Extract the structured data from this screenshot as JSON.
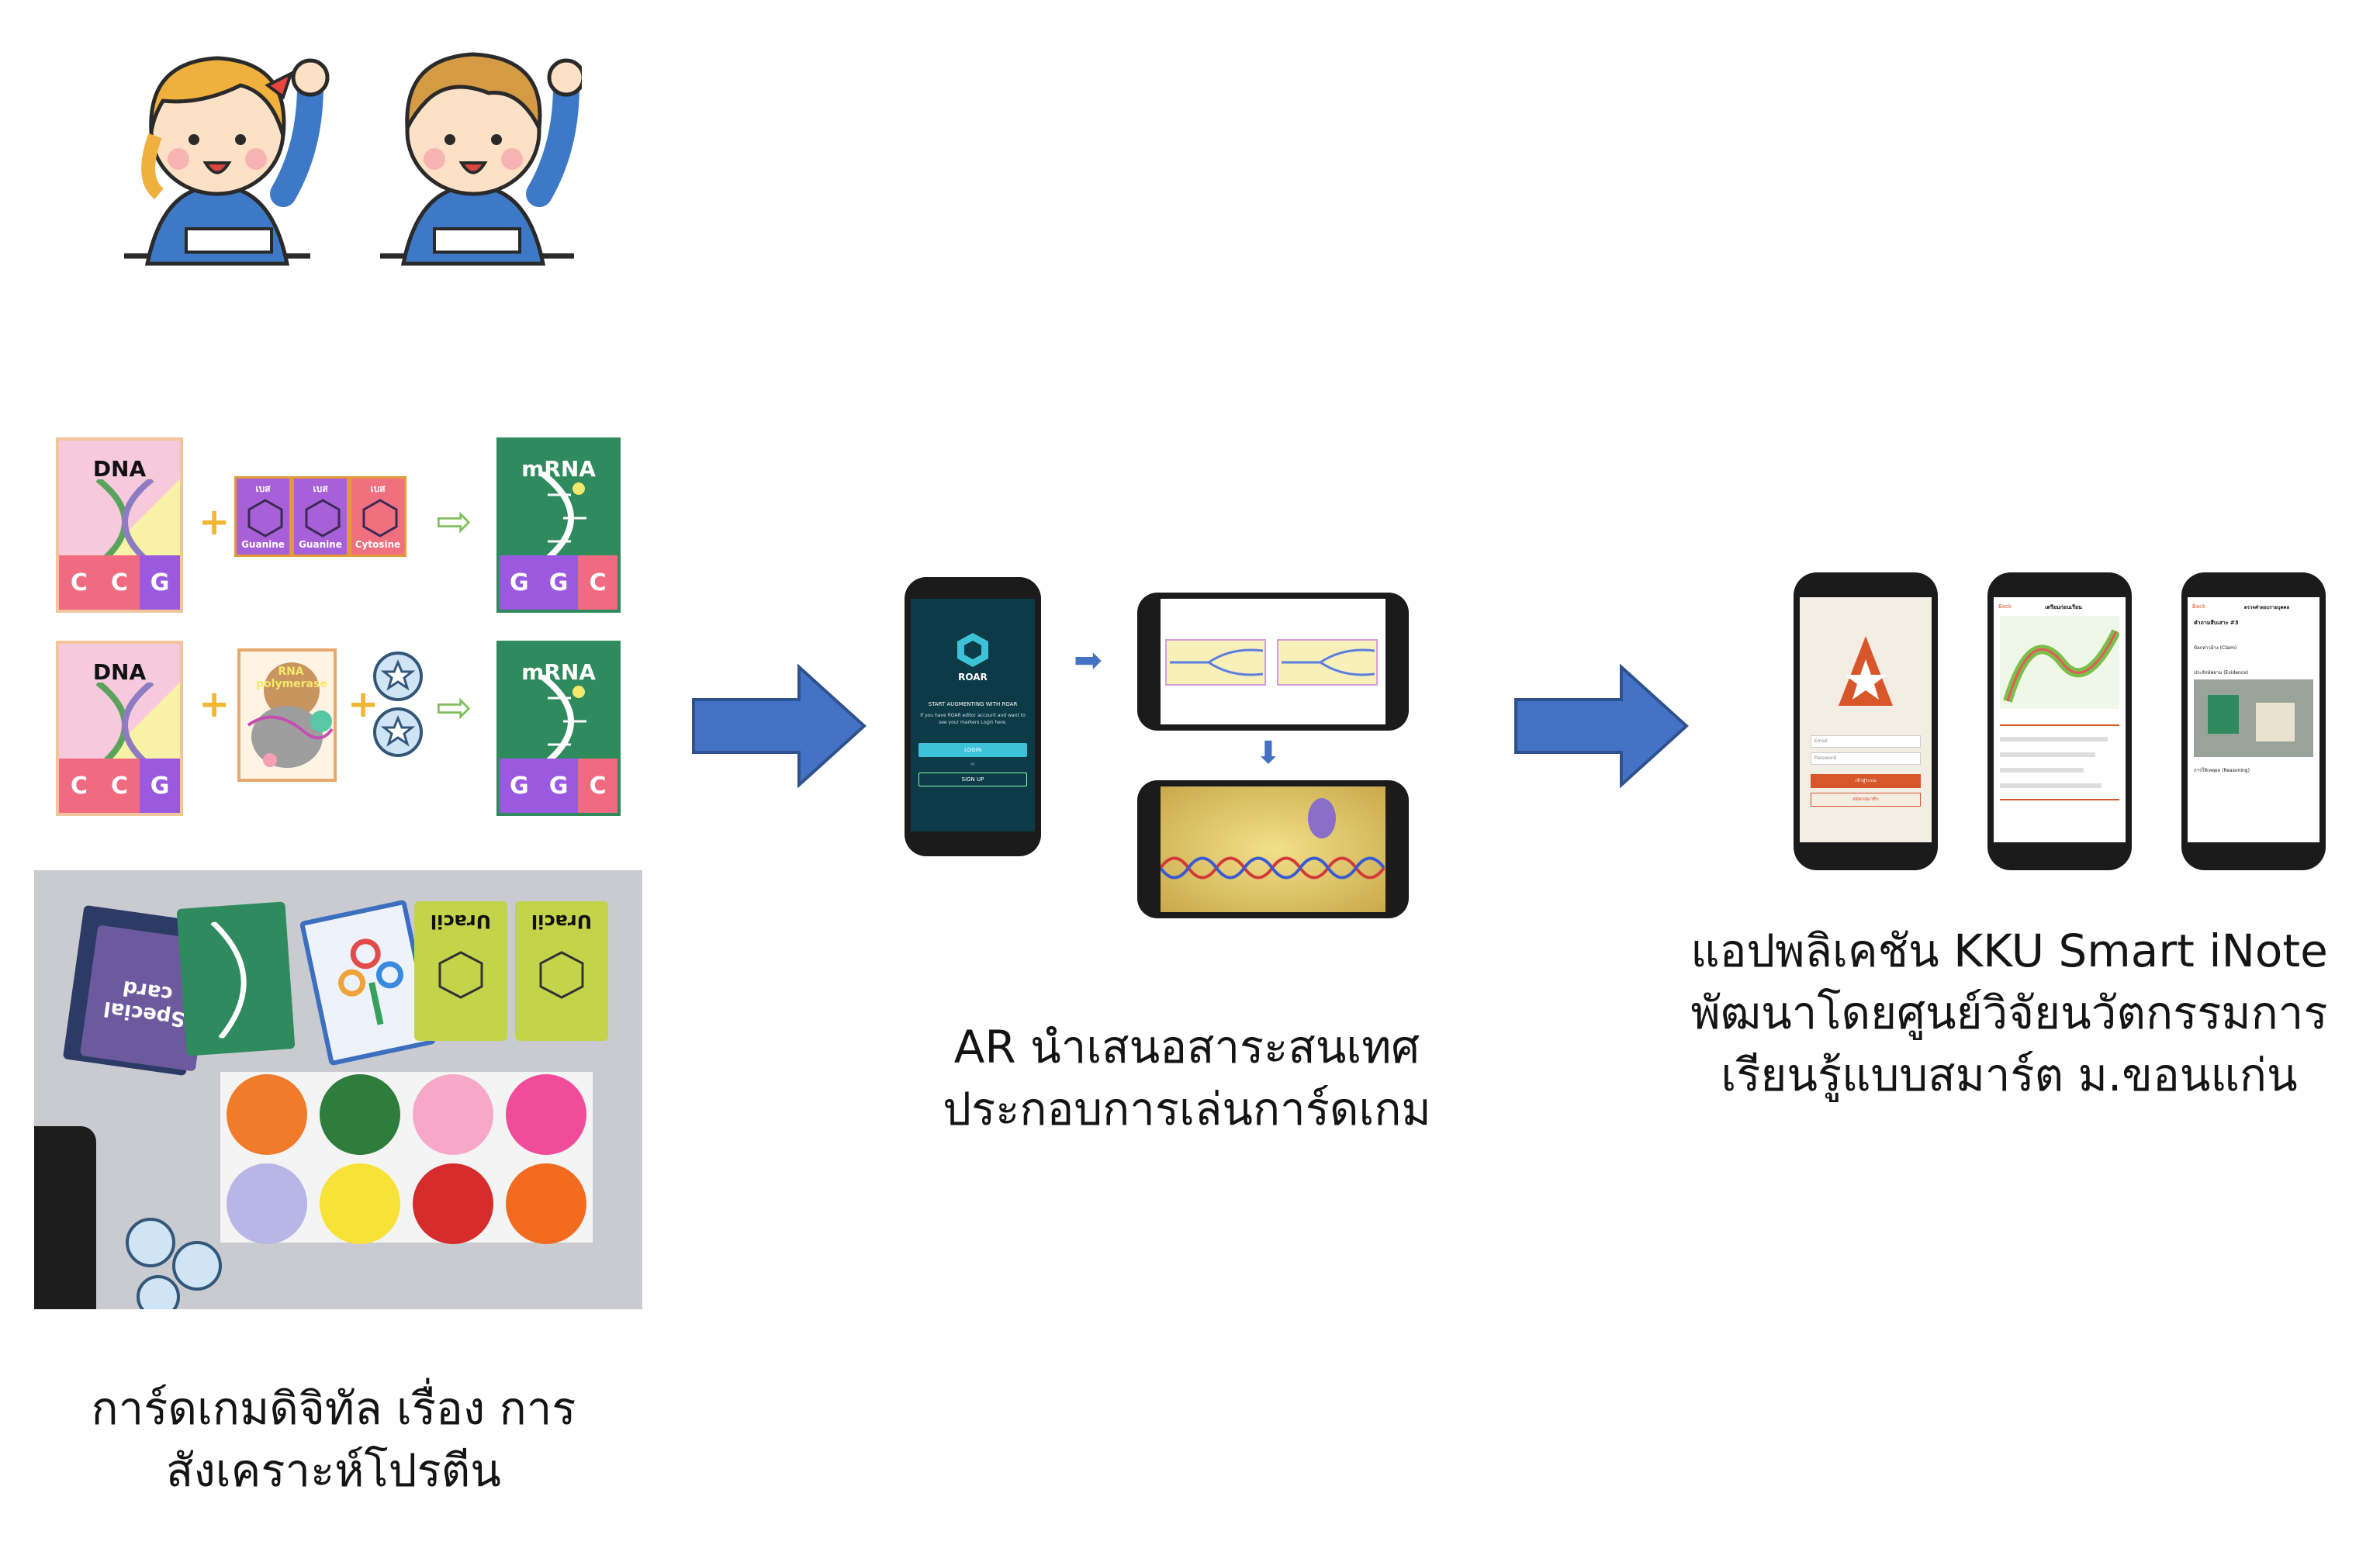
{
  "captions": {
    "left": [
      "การ์ดเกมดิจิทัล เรื่อง การ",
      "สังเคราะห์โปรตีน"
    ],
    "middle": [
      "AR นำเสนอสาระสนเทศ",
      "ประกอบการเล่นการ์ดเกม"
    ],
    "right": [
      "แอปพลิเคชัน KKU Smart iNote",
      "พัฒนาโดยศูนย์วิจัยนวัตกรรมการ",
      "เรียนรู้แบบสมาร์ต ม.ขอนแก่น"
    ]
  },
  "cards": {
    "dna_title": "DNA",
    "mrna_title": "mRNA",
    "dna_bases": [
      "C",
      "C",
      "G"
    ],
    "mrna_bases": [
      "G",
      "G",
      "C"
    ],
    "base_cards": [
      {
        "top": "เบส",
        "name": "Guanine"
      },
      {
        "top": "เบส",
        "name": "Guanine"
      },
      {
        "top": "เบส",
        "name": "Cytosine"
      }
    ],
    "rna_pol_label": "RNA polymerase",
    "plus": "+",
    "yields": "⇨"
  },
  "photo": {
    "special_card": "Special card",
    "uracil_1": "Uracil",
    "uracil_2": "Uracil"
  },
  "ar_app": {
    "brand": "ROAR",
    "tagline": "START AUGMENTING WITH ROAR",
    "desc": "If you have ROAR editor account and want to see your markers Login here.",
    "login": "LOGIN",
    "or": "or",
    "signup": "SIGN UP",
    "small_arrow": "➡",
    "down_arrow": "⬇"
  },
  "inote": {
    "field_user": "Email",
    "field_pass": "Password",
    "btn_login": "เข้าสู่ระบบ",
    "btn_register": "สมัครสมาชิก",
    "back_1": "Back",
    "title_1": "เตรียมก่อนเรียน",
    "back_2": "Back",
    "title_2": "ตรวจคำตอบรายบุคคล",
    "q_label": "คำถามสืบเสาะ #3",
    "claim": "ข้อกล่าวอ้าง (Claim)",
    "evidence": "ประจักษ์พยาน (Evidence)",
    "reasoning": "การให้เหตุผล (Reasoning)"
  },
  "colors": {
    "flow_arrow": "#4472c4",
    "flow_arrow_border": "#2f528f",
    "card_green": "#2f8a5e",
    "band_c": "#f06b7f",
    "band_g": "#9b59e0",
    "dna_pink": "#f6c9dd",
    "dna_yellow": "#f8f2a6",
    "roar_bg": "#0d3a47",
    "roar_button": "#3cc3d8",
    "inote_orange": "#d8572a"
  }
}
